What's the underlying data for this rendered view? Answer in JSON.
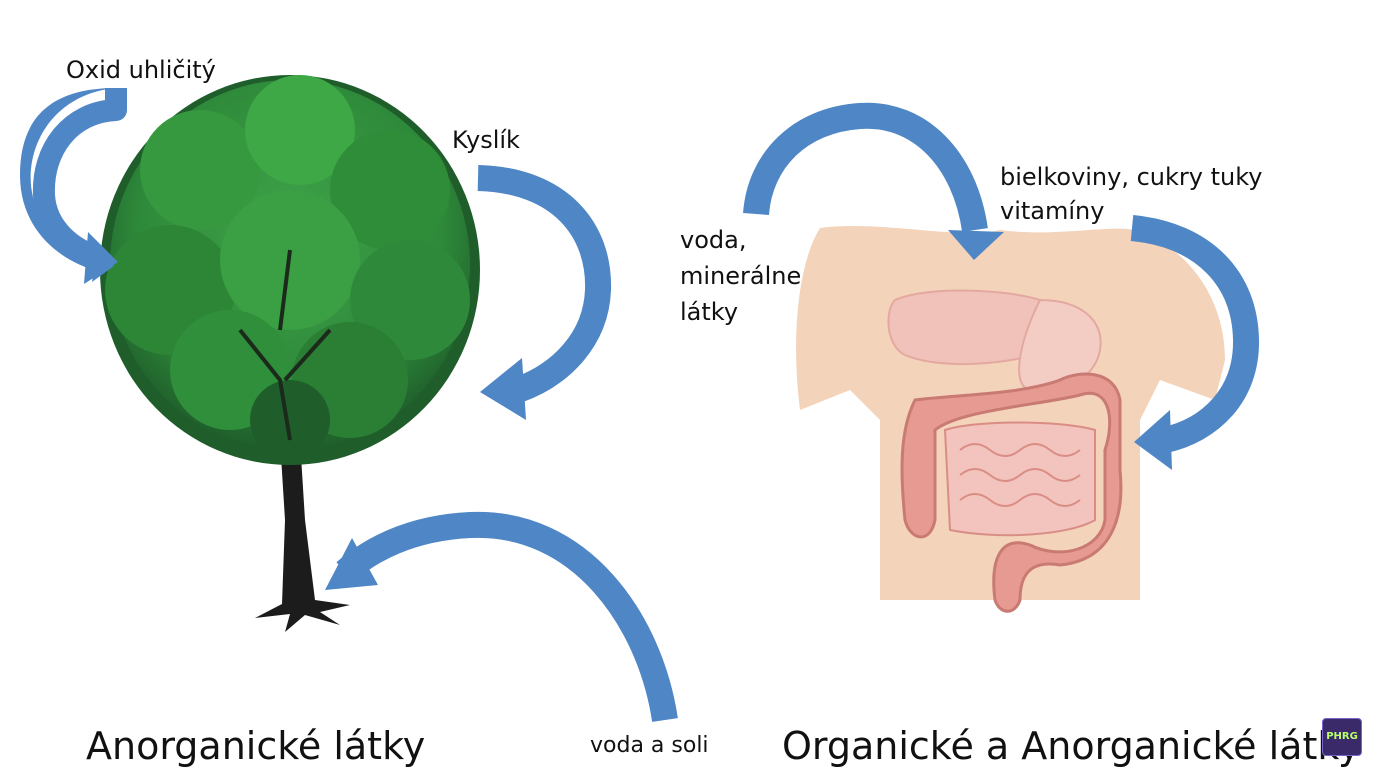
{
  "labels": {
    "carbon_dioxide": "Oxid uhličitý",
    "oxygen": "Kyslík",
    "nutrients": "bielkoviny, cukry tuky\nvitamíny",
    "water_minerals": "voda,\nminerálne\nlátky",
    "water_salts": "voda a soli"
  },
  "captions": {
    "left": "Anorganické látky",
    "right": "Organické a Anorganické látky"
  },
  "logo": {
    "text": "PHRG"
  },
  "colors": {
    "arrow": "#4f86c6",
    "tree_leaf": "#2e8a3a",
    "trunk": "#1c1c1c",
    "skin": "#f4d3bb",
    "intestine": "#e69a92"
  }
}
